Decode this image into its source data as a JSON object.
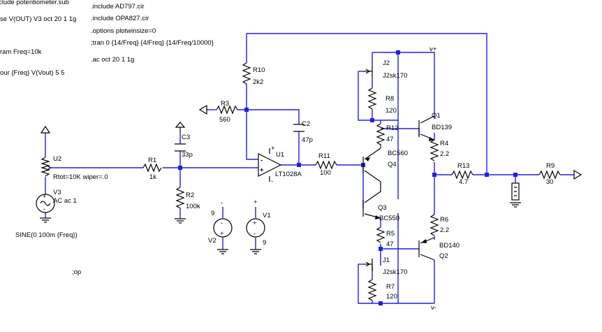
{
  "directives": {
    "inc_pot": "clude potentiometer.sub",
    "inc_ad797": ".include AD797.cir",
    "inc_opa827": ".include OPA827.cir",
    "options": ".options plotwinsize=0",
    "tran": ";tran 0 {14/Freq} {4/Freq} {14/Freq/10000}",
    "ac": ".ac oct 20 1 1g",
    "noise": "se V(OUT) V3 oct 20 1 1g",
    "param": "ram Freq=10k",
    "four": "our {Freq} V(Vout) 5 5",
    "op": ";op"
  },
  "components": {
    "u2": {
      "name": "U2",
      "value": "Rtot=10K wiper=.0"
    },
    "v3": {
      "name": "V3",
      "value": "AC ac 1",
      "source": "SINE(0 100m {Freq})"
    },
    "r1": {
      "name": "R1",
      "value": "1k"
    },
    "c3": {
      "name": "C3",
      "value": "33p"
    },
    "r2": {
      "name": "R2",
      "value": "100k"
    },
    "r3": {
      "name": "R3",
      "value": "560"
    },
    "r10": {
      "name": "R10",
      "value": "2k2"
    },
    "c2": {
      "name": "C2",
      "value": "47p"
    },
    "u1": {
      "name": "U1",
      "value": "LT1028A"
    },
    "r11": {
      "name": "R11",
      "value": "100"
    },
    "v2": {
      "name": "V2",
      "value": "9",
      "sign_top": "-",
      "sign_bot": "+"
    },
    "v1": {
      "name": "V1",
      "value": "9",
      "sign_top": "+",
      "sign_bot": "-"
    },
    "j2": {
      "name": "J2",
      "value": "J2sk170"
    },
    "r8": {
      "name": "R8",
      "value": "120"
    },
    "r12": {
      "name": "R12",
      "value": "47"
    },
    "q4": {
      "name": "Q4",
      "value": "BC560"
    },
    "q3": {
      "name": "Q3",
      "value": "BC550"
    },
    "r5": {
      "name": "R5",
      "value": "47"
    },
    "j1": {
      "name": "J1",
      "value": "J2sk170"
    },
    "r7": {
      "name": "R7",
      "value": "120"
    },
    "q1": {
      "name": "Q1",
      "value": "BD139"
    },
    "r4": {
      "name": "R4",
      "value": "2.2"
    },
    "r13": {
      "name": "R13",
      "value": "4.7"
    },
    "r6": {
      "name": "R6",
      "value": "2.2"
    },
    "q2": {
      "name": "Q2",
      "value": "BD140"
    },
    "r9": {
      "name": "R9",
      "value": "30"
    }
  },
  "nets": {
    "vplus": "v+",
    "vminus": "v-"
  },
  "colors": {
    "wire": "#2020e0",
    "component": "#000000",
    "background": "#ffffff"
  }
}
